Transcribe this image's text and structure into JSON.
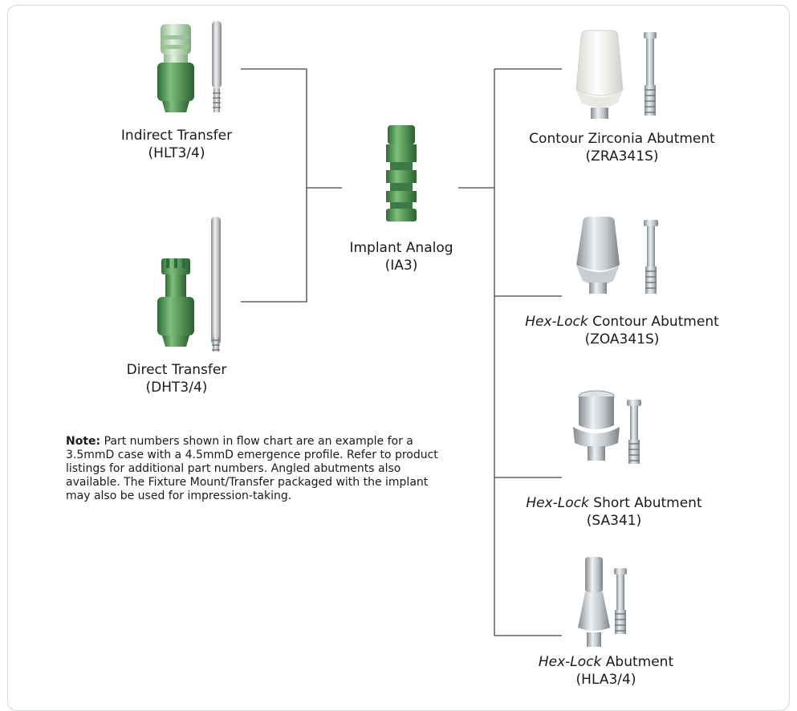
{
  "colors": {
    "frame": "#cfd8d3",
    "connector": "#444444",
    "green": "#5c9a5c",
    "green_dark": "#3f7a44",
    "green_light": "#b9d9b1",
    "steel": "#c6cbcf",
    "steel_dark": "#8e959b",
    "zirconia": "#f1f1ee"
  },
  "nodes": {
    "indirect_transfer": {
      "name": "Indirect Transfer",
      "code": "(HLT3/4)"
    },
    "direct_transfer": {
      "name": "Direct Transfer",
      "code": "(DHT3/4)"
    },
    "implant_analog": {
      "name": "Implant Analog",
      "code": "(IA3)"
    },
    "contour_zirconia": {
      "name": "Contour Zirconia Abutment",
      "code": "(ZRA341S)"
    },
    "hexlock_contour": {
      "name_italic": "Hex-Lock",
      "name_rest": " Contour Abutment",
      "code": "(ZOA341S)"
    },
    "hexlock_short": {
      "name_italic": "Hex-Lock",
      "name_rest": " Short Abutment",
      "code": "(SA341)"
    },
    "hexlock_abutment": {
      "name_italic": "Hex-Lock",
      "name_rest": " Abutment",
      "code": "(HLA3/4)"
    }
  },
  "note": {
    "lead": "Note:",
    "text": " Part numbers shown in flow chart are an example for a 3.5mmD case with a 4.5mmD emergence profile. Refer to product listings for additional part numbers. Angled abutments also available. The Fixture Mount/Transfer packaged with the implant may also be used for impression-taking."
  }
}
